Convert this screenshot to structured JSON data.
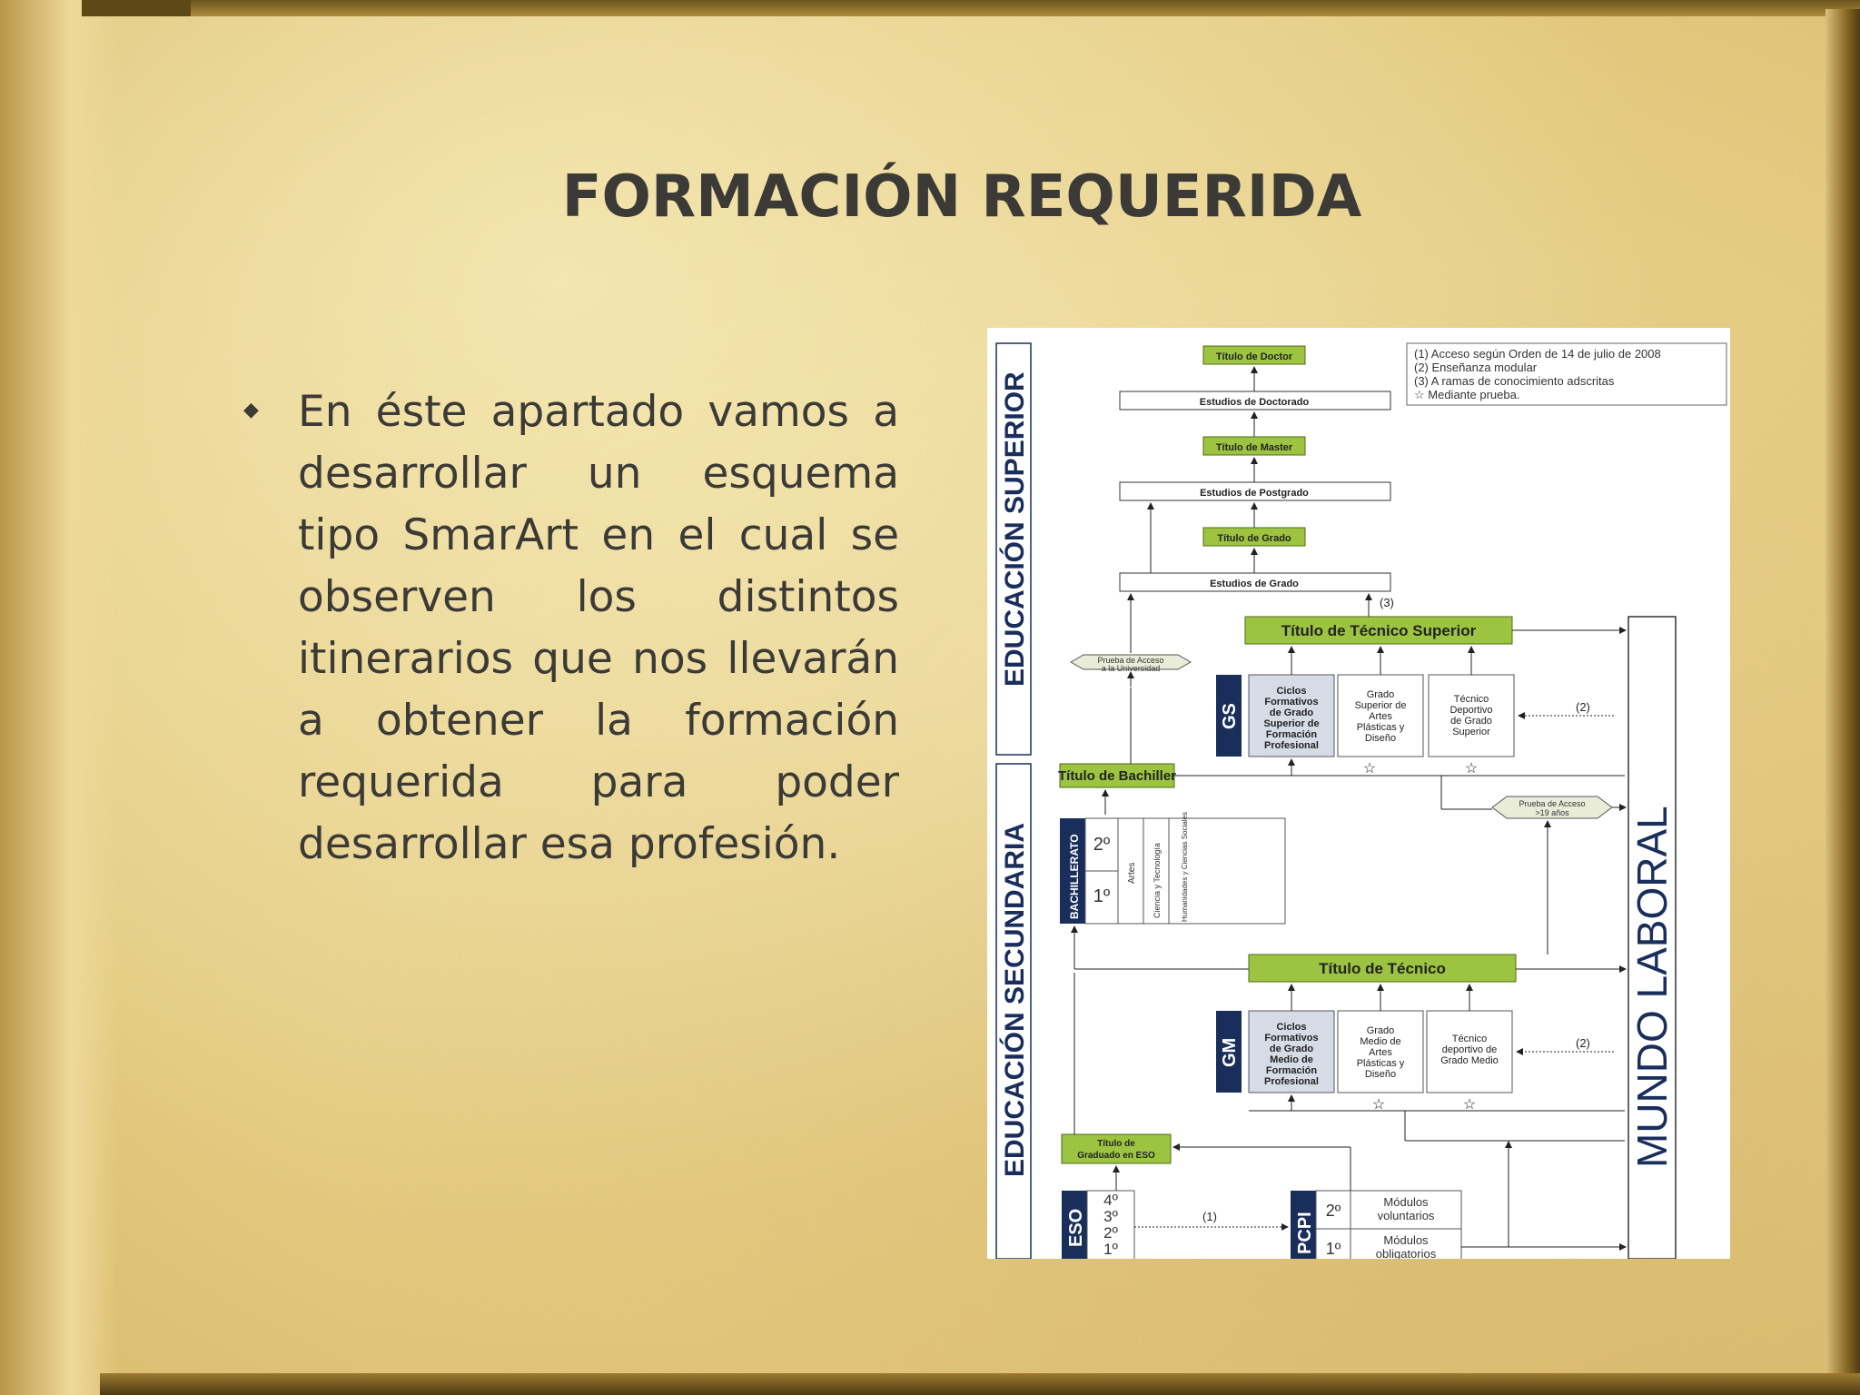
{
  "slide": {
    "title": "FORMACIÓN REQUERIDA",
    "bullet": "En éste apartado vamos a desarrollar un esquema tipo SmarArt en el cual se observen los distintos itinerarios que nos llevarán a obtener la formación requerida para poder desarrollar esa profesión."
  },
  "diagram": {
    "left_sections": {
      "superior": "EDUCACIÓN SUPERIOR",
      "secundaria": "EDUCACIÓN SECUNDARIA"
    },
    "right_section": "MUNDO LABORAL",
    "legend": [
      "(1) Acceso según Orden de 14 de julio de 2008",
      "(2) Enseñanza modular",
      "(3) A ramas de conocimiento adscritas",
      "☆  Mediante prueba."
    ],
    "boxes": {
      "titulo_doctor": "Título de Doctor",
      "estudios_doctorado": "Estudios de Doctorado",
      "titulo_master": "Título de Master",
      "estudios_postgrado": "Estudios de Postgrado",
      "titulo_grado": "Título de Grado",
      "estudios_grado": "Estudios de Grado",
      "titulo_tecnico_superior": "Título de Técnico Superior",
      "titulo_bachiller": "Título de Bachiller",
      "titulo_tecnico": "Título de Técnico",
      "titulo_eso_1": "Título de",
      "titulo_eso_2": "Graduado en ESO",
      "prueba_universidad_1": "Prueba de Acceso",
      "prueba_universidad_2": "a la Universidad",
      "prueba_19_1": "Prueba de Acceso",
      "prueba_19_2": ">19 años"
    },
    "gs": {
      "label": "GS",
      "col1": [
        "Ciclos",
        "Formativos",
        "de Grado",
        "Superior de",
        "Formación",
        "Profesional"
      ],
      "col2": [
        "Grado",
        "Superior de",
        "Artes",
        "Plásticas y",
        "Diseño"
      ],
      "col3": [
        "Técnico",
        "Deportivo",
        "de Grado",
        "Superior"
      ]
    },
    "gm": {
      "label": "GM",
      "col1": [
        "Ciclos",
        "Formativos",
        "de Grado",
        "Medio de",
        "Formación",
        "Profesional"
      ],
      "col2": [
        "Grado",
        "Medio de",
        "Artes",
        "Plásticas y",
        "Diseño"
      ],
      "col3": [
        "Técnico",
        "deportivo de",
        "Grado Medio"
      ]
    },
    "bachillerato": {
      "label": "BACHILLERATO",
      "year2": "2º",
      "year1": "1º",
      "modalities": [
        "Artes",
        "Ciencia y Tecnología",
        "Humanidades y Ciencias Sociales"
      ]
    },
    "eso": {
      "label": "ESO",
      "years": [
        "4º",
        "3º",
        "2º",
        "1º"
      ]
    },
    "pcpi": {
      "label": "PCPI",
      "year2": "2º",
      "year1": "1º",
      "mod2": [
        "Módulos",
        "voluntarios"
      ],
      "mod1": [
        "Módulos",
        "obligatorios"
      ]
    },
    "notes": {
      "n1": "(1)",
      "n2": "(2)",
      "n3": "(3)",
      "star": "☆"
    }
  },
  "colors": {
    "green": "#9cc440",
    "navy": "#1a2e5c",
    "text": "#3b3a36",
    "gray_box": "#d6dce6"
  }
}
